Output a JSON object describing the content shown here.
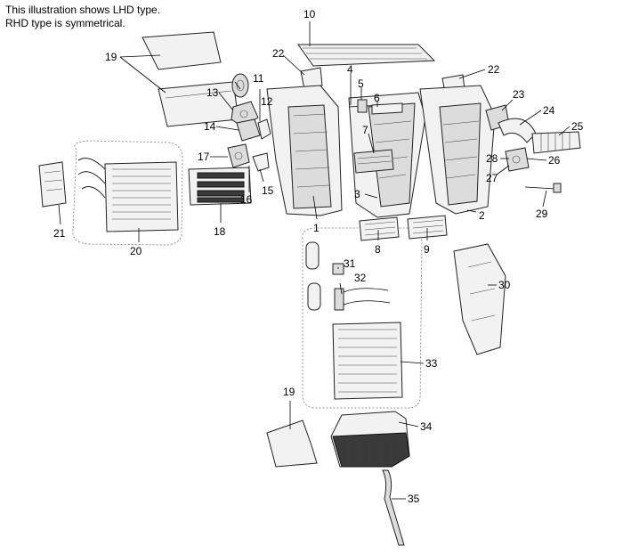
{
  "notes": {
    "line1": "This illustration shows LHD type.",
    "line2": "RHD type is symmetrical."
  },
  "labels": {
    "l1": "1",
    "l2": "2",
    "l3": "3",
    "l4": "4",
    "l5": "5",
    "l6": "6",
    "l7": "7",
    "l8": "8",
    "l9": "9",
    "l10": "10",
    "l11": "11",
    "l12": "12",
    "l13": "13",
    "l14": "14",
    "l15": "15",
    "l16": "16",
    "l17": "17",
    "l18": "18",
    "l19a": "19",
    "l19b": "19",
    "l20": "20",
    "l21": "21",
    "l22a": "22",
    "l22b": "22",
    "l23": "23",
    "l24": "24",
    "l25": "25",
    "l26": "26",
    "l27": "27",
    "l28": "28",
    "l29": "29",
    "l30": "30",
    "l31": "31",
    "l32": "32",
    "l33": "33",
    "l34": "34",
    "l35": "35"
  }
}
